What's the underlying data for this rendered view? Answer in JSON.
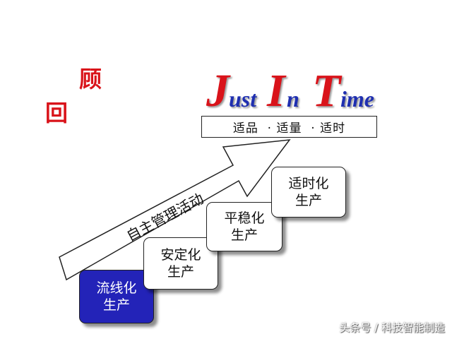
{
  "title": {
    "char1": "顾",
    "char2": "回"
  },
  "jit": {
    "J": "J",
    "ust": "ust",
    "I": "I",
    "n": "n",
    "T": "T",
    "ime": "ime"
  },
  "subtitle": "适品  · 适量  · 适时",
  "arrow_label": "自主管理活动",
  "steps": [
    {
      "line1": "流线化",
      "line2": "生产"
    },
    {
      "line1": "安定化",
      "line2": "生产"
    },
    {
      "line1": "平稳化",
      "line2": "生产"
    },
    {
      "line1": "适时化",
      "line2": "生产"
    }
  ],
  "colors": {
    "title_red": "#d9131a",
    "jit_blue": "#1f2fb0",
    "active_step": "#2323b8"
  },
  "watermark": "头条号 / 科技智能制造"
}
